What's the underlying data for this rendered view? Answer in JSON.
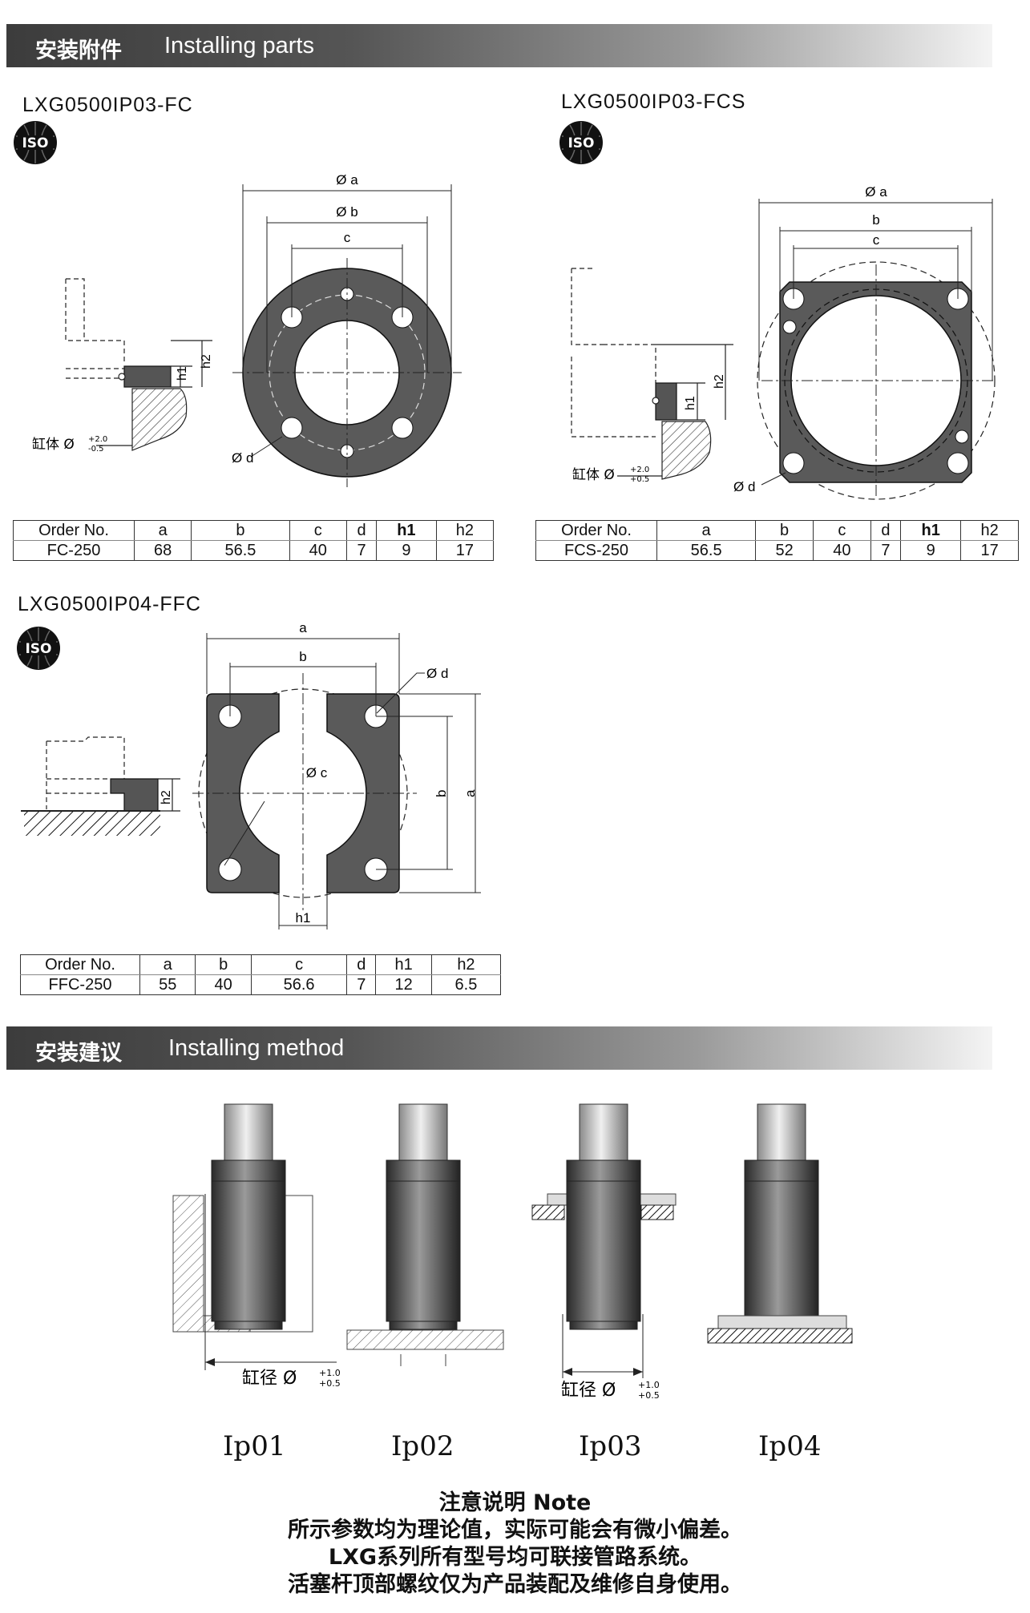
{
  "sections": {
    "parts": {
      "zh": "安装附件",
      "en": "Installing parts"
    },
    "method": {
      "zh": "安装建议",
      "en": "Installing method"
    }
  },
  "iso_badge": "ISO",
  "parts": {
    "fc": {
      "model": "LXG0500IP03-FC",
      "labels": {
        "a": "Ø a",
        "b": "Ø b",
        "c": "c",
        "d": "Ø d",
        "h1": "h1",
        "h2": "h2",
        "cyl": "缸体 Ø",
        "tol_up": "+2.0",
        "tol_dn": "-0.5"
      },
      "headers": [
        "Order No.",
        "a",
        "b",
        "c",
        "d",
        "h1",
        "h2"
      ],
      "row": [
        "FC-250",
        "68",
        "56.5",
        "40",
        "7",
        "9",
        "17"
      ]
    },
    "fcs": {
      "model": "LXG0500IP03-FCS",
      "labels": {
        "a": "Ø a",
        "b": "b",
        "c": "c",
        "d": "Ø d",
        "h1": "h1",
        "h2": "h2",
        "cyl": "缸体 Ø",
        "tol_up": "+2.0",
        "tol_dn": "+0.5"
      },
      "headers": [
        "Order No.",
        "a",
        "b",
        "c",
        "d",
        "h1",
        "h2"
      ],
      "row": [
        "FCS-250",
        "56.5",
        "52",
        "40",
        "7",
        "9",
        "17"
      ]
    },
    "ffc": {
      "model": "LXG0500IP04-FFC",
      "labels": {
        "a": "a",
        "b": "b",
        "c": "Ø c",
        "d": "Ø d",
        "h1": "h1",
        "h2": "h2"
      },
      "headers": [
        "Order No.",
        "a",
        "b",
        "c",
        "d",
        "h1",
        "h2"
      ],
      "row": [
        "FFC-250",
        "55",
        "40",
        "56.6",
        "7",
        "12",
        "6.5"
      ]
    }
  },
  "methods": {
    "items": [
      "Ip01",
      "Ip02",
      "Ip03",
      "Ip04"
    ],
    "bore_label": "缸径 Ø",
    "tol_up": "+1.0",
    "tol_dn": "+0.5"
  },
  "note": {
    "title": "注意说明 Note",
    "lines": [
      "所示参数均为理论值，实际可能会有微小偏差。",
      "LXG系列所有型号均可联接管路系统。",
      "活塞杆顶部螺纹仅为产品装配及维修自身使用。"
    ]
  }
}
